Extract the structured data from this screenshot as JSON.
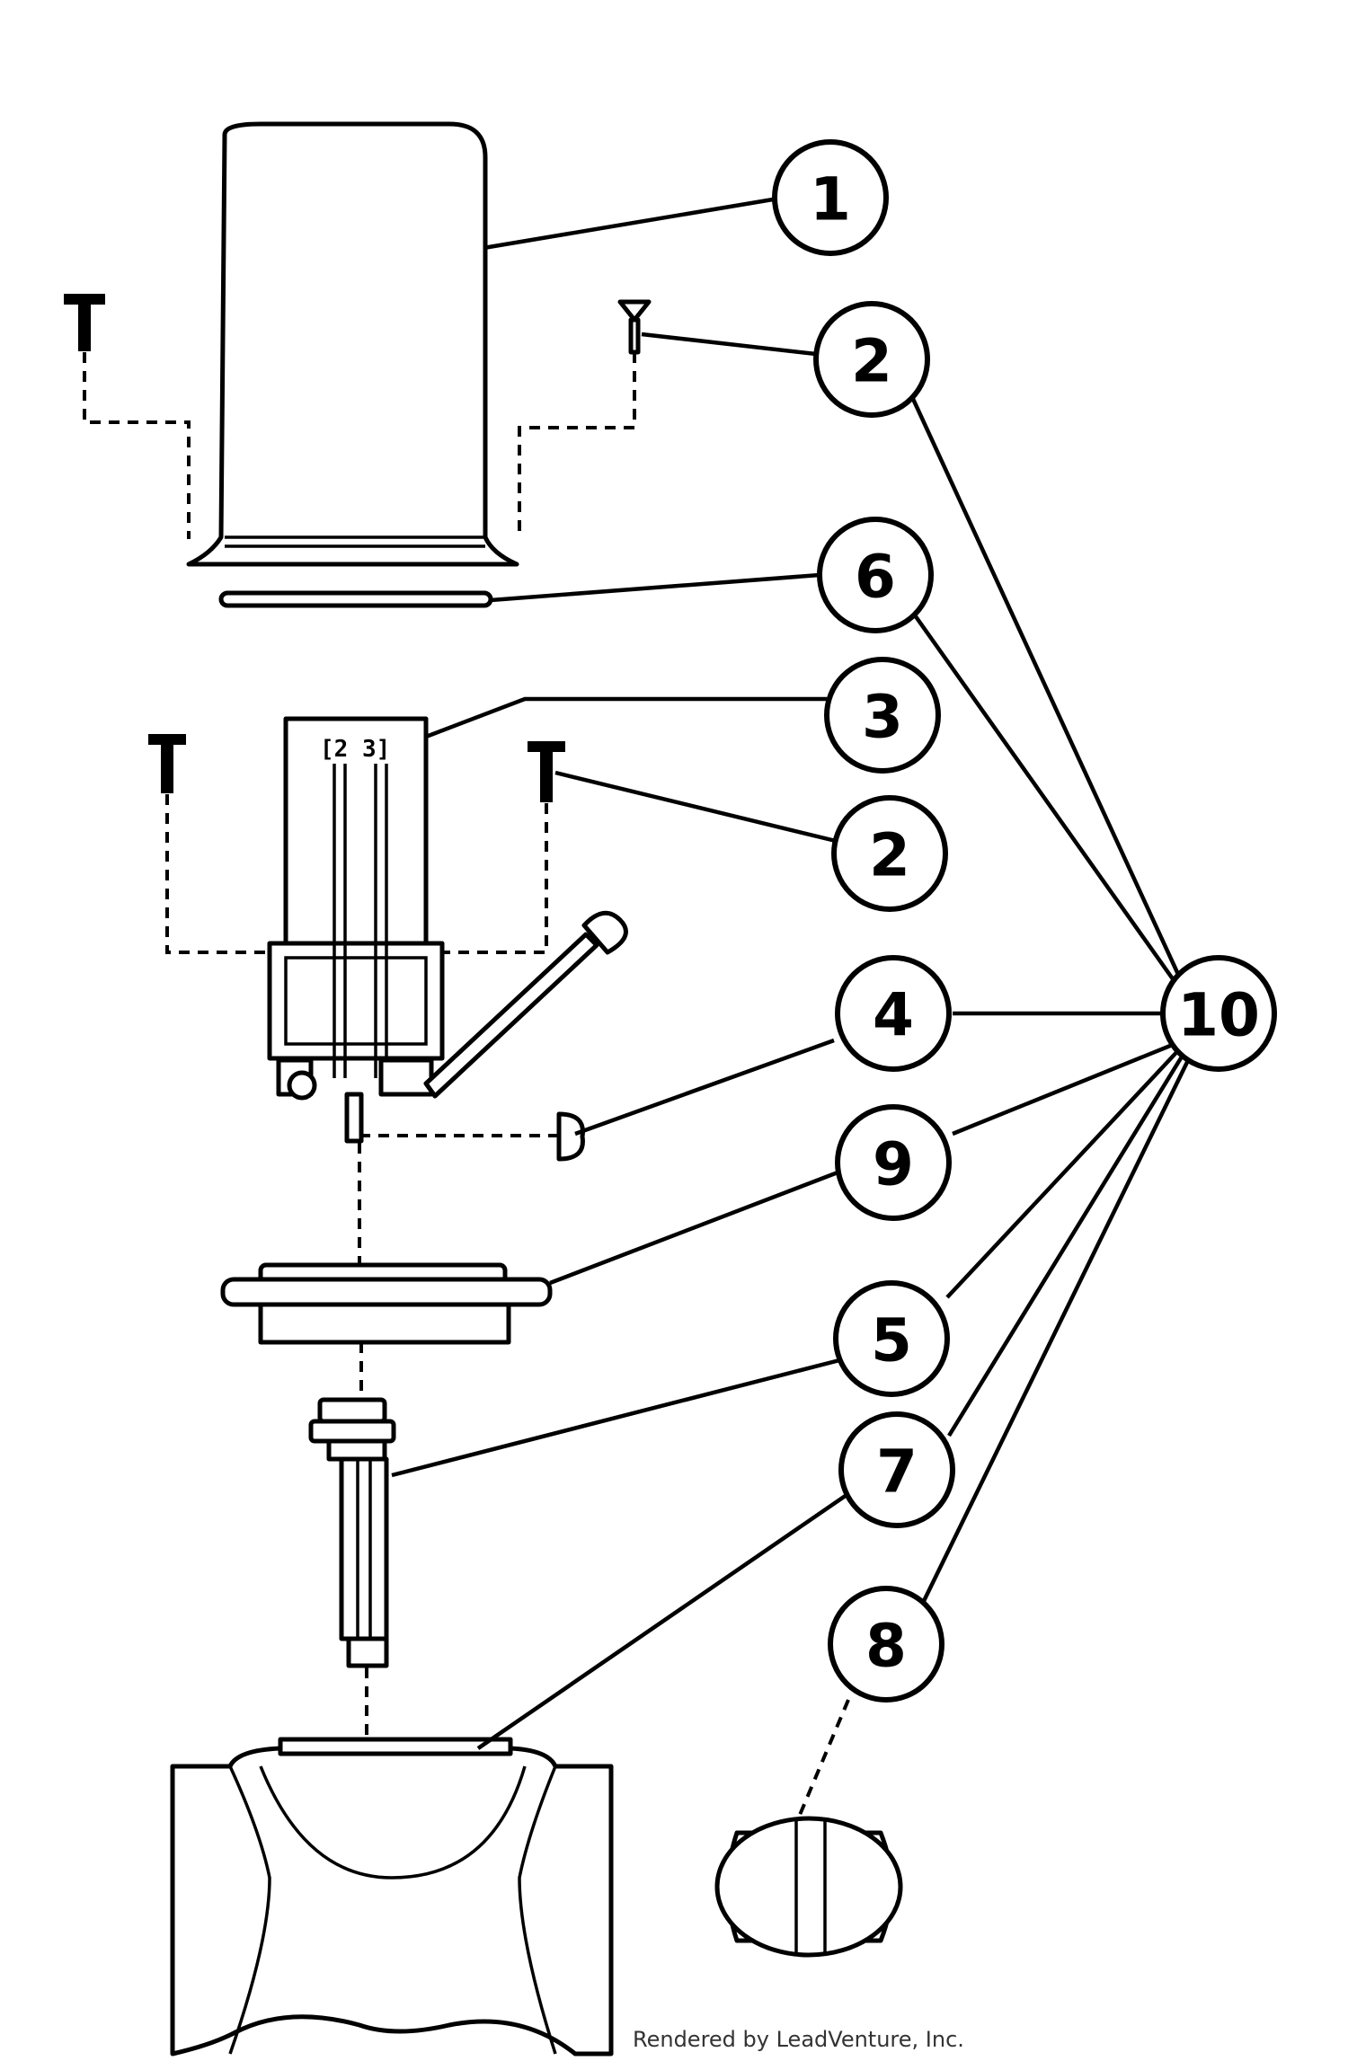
{
  "diagram": {
    "terminal_text": "[2 3]",
    "credit": "Rendered by LeadVenture, Inc.",
    "callouts": [
      {
        "id": "c1",
        "label": "1"
      },
      {
        "id": "c2a",
        "label": "2"
      },
      {
        "id": "c6",
        "label": "6"
      },
      {
        "id": "c3",
        "label": "3"
      },
      {
        "id": "c2b",
        "label": "2"
      },
      {
        "id": "c4",
        "label": "4"
      },
      {
        "id": "c10",
        "label": "10"
      },
      {
        "id": "c9",
        "label": "9"
      },
      {
        "id": "c5",
        "label": "5"
      },
      {
        "id": "c7",
        "label": "7"
      },
      {
        "id": "c8",
        "label": "8"
      }
    ]
  },
  "colors": {
    "line": "#000000",
    "background": "#ffffff"
  }
}
